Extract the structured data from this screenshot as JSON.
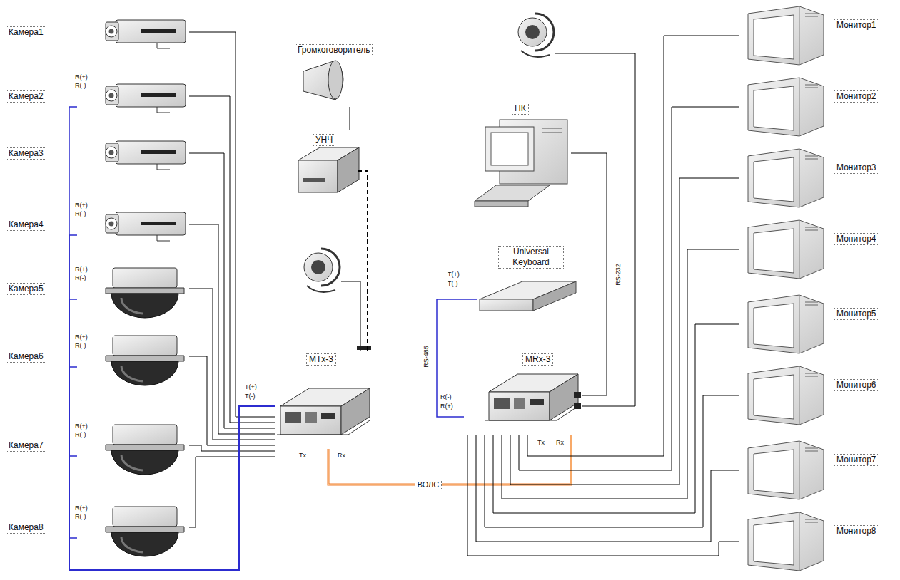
{
  "diagram": {
    "nodes": [
      {
        "text": [
          "Камера1"
        ]
      },
      {
        "text": [
          "Камера2"
        ]
      },
      {
        "text": [
          "Камера3"
        ]
      },
      {
        "text": [
          "Камера4"
        ]
      },
      {
        "text": [
          "Камера5"
        ]
      },
      {
        "text": [
          "Камера6"
        ]
      },
      {
        "text": [
          "Камера7"
        ]
      },
      {
        "text": [
          "Камера8"
        ]
      },
      {
        "text": [
          "Громкоговоритель"
        ]
      },
      {
        "text": [
          "УНЧ"
        ]
      },
      {
        "text": [
          "MTx-3"
        ]
      },
      {
        "text": [
          "ПК"
        ]
      },
      {
        "text": [
          "Universal Keyboard"
        ]
      },
      {
        "text": [
          "MRx-3"
        ]
      },
      {
        "text": [
          "Монитор1"
        ]
      },
      {
        "text": [
          "Монитор2"
        ]
      },
      {
        "text": [
          "Монитор3"
        ]
      },
      {
        "text": [
          "Монитор4"
        ]
      },
      {
        "text": [
          "Монитор5"
        ]
      },
      {
        "text": [
          "Монитор6"
        ]
      },
      {
        "text": [
          "Монитор7"
        ]
      },
      {
        "text": [
          "Монитор8"
        ]
      }
    ],
    "edges": [
      {
        "from": 0,
        "to": 10,
        "arrow": "none"
      },
      {
        "from": 1,
        "to": 10,
        "arrow": "none"
      },
      {
        "from": 2,
        "to": 10,
        "arrow": "none"
      },
      {
        "from": 3,
        "to": 10,
        "arrow": "none"
      },
      {
        "from": 4,
        "to": 10,
        "arrow": "none"
      },
      {
        "from": 5,
        "to": 10,
        "arrow": "none"
      },
      {
        "from": 6,
        "to": 10,
        "arrow": "none"
      },
      {
        "from": 7,
        "to": 10,
        "arrow": "none"
      },
      {
        "from": 10,
        "to": 1,
        "arrow": "none"
      },
      {
        "from": 10,
        "to": 3,
        "arrow": "none"
      },
      {
        "from": 10,
        "to": 4,
        "arrow": "none"
      },
      {
        "from": 10,
        "to": 5,
        "arrow": "none"
      },
      {
        "from": 10,
        "to": 6,
        "arrow": "none"
      },
      {
        "from": 10,
        "to": 7,
        "arrow": "none"
      },
      {
        "from": 9,
        "to": 8,
        "arrow": "none"
      },
      {
        "from": 10,
        "to": 9,
        "arrow": "none"
      },
      {
        "from": 10,
        "to": 13,
        "label": "ВОЛС",
        "arrow": "none"
      },
      {
        "from": 12,
        "to": 13,
        "arrow": "none"
      },
      {
        "from": 11,
        "to": 13,
        "arrow": "none"
      },
      {
        "from": 13,
        "to": 14,
        "arrow": "none"
      },
      {
        "from": 13,
        "to": 15,
        "arrow": "none"
      },
      {
        "from": 13,
        "to": 16,
        "arrow": "none"
      },
      {
        "from": 13,
        "to": 17,
        "arrow": "none"
      },
      {
        "from": 13,
        "to": 18,
        "arrow": "none"
      },
      {
        "from": 13,
        "to": 19,
        "arrow": "none"
      },
      {
        "from": 13,
        "to": 20,
        "arrow": "none"
      },
      {
        "from": 13,
        "to": 21,
        "arrow": "none"
      }
    ],
    "labels": [
      "R(+)",
      "R(-)",
      "R(+)",
      "R(-)",
      "R(+)",
      "R(-)",
      "R(+)",
      "R(-)",
      "R(+)",
      "R(-)",
      "R(+)",
      "R(-)",
      "T(+)",
      "T(-)",
      "Tx",
      "Rx",
      "RS-485",
      "T(+)",
      "T(-)",
      "R(-)",
      "R(+)",
      "Tx",
      "Rx",
      "RS-232"
    ]
  }
}
